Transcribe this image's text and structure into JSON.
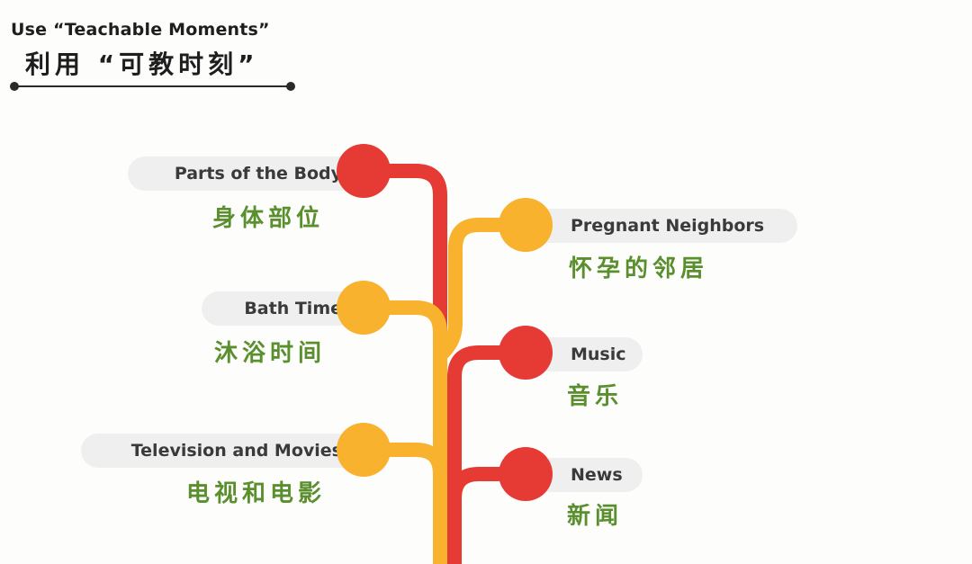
{
  "title": {
    "english": "Use “Teachable Moments”",
    "chinese": "利用 “可教时刻”"
  },
  "colors": {
    "red": "#e53b34",
    "yellow": "#f8b22e",
    "label_bg": "#efefef",
    "label_text": "#3a3a3a",
    "chinese_text": "#5a8f2e"
  },
  "branches": [
    {
      "side": "left",
      "color": "red",
      "english": "Parts of the Body",
      "chinese": "身体部位"
    },
    {
      "side": "right",
      "color": "yellow",
      "english": "Pregnant Neighbors",
      "chinese": "怀孕的邻居"
    },
    {
      "side": "left",
      "color": "yellow",
      "english": "Bath Time",
      "chinese": "沐浴时间"
    },
    {
      "side": "right",
      "color": "red",
      "english": "Music",
      "chinese": "音乐"
    },
    {
      "side": "left",
      "color": "yellow",
      "english": "Television and Movies",
      "chinese": "电视和电影"
    },
    {
      "side": "right",
      "color": "red",
      "english": "News",
      "chinese": "新闻"
    }
  ]
}
